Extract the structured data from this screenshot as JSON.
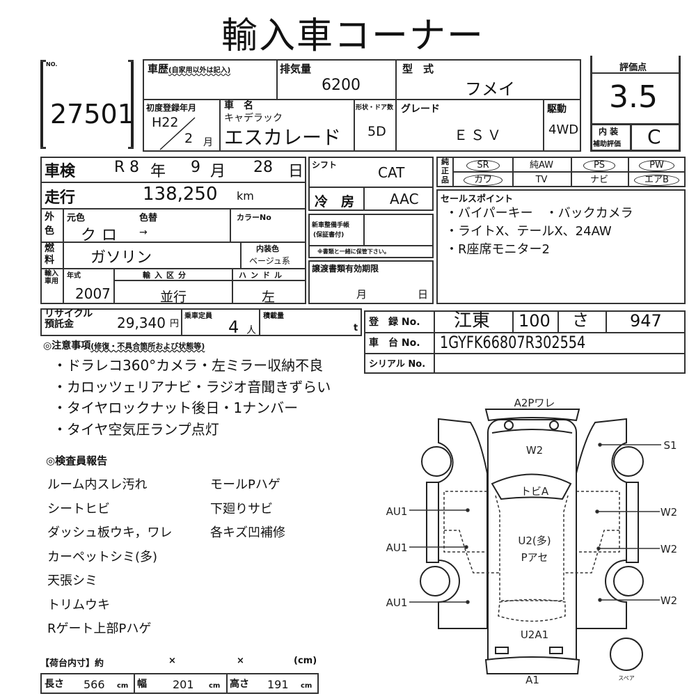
{
  "title": "輸入車コーナー",
  "lot": {
    "label": "NO.",
    "number": "27501"
  },
  "history": {
    "label": "車歴",
    "note": "(自家用以外は記入)",
    "value": ""
  },
  "displacement": {
    "label": "排気量",
    "value": "6200"
  },
  "model_code": {
    "label": "型　式",
    "value": "フメイ"
  },
  "first_reg": {
    "label": "初度登録年月",
    "year": "H22",
    "month": "2",
    "month_unit": "月"
  },
  "car_name": {
    "label": "車　名",
    "maker": "キャデラック",
    "name": "エスカレード"
  },
  "doors": {
    "label": "形状・ドア数",
    "value": "5D"
  },
  "grade": {
    "label": "グレード",
    "value": "ＥＳＶ"
  },
  "drive": {
    "label": "駆動",
    "value": "4WD"
  },
  "score": {
    "label": "評価点",
    "value": "3.5",
    "interior_label1": "内 装",
    "interior_label2": "補助評価",
    "interior_value": "C"
  },
  "inspection": {
    "label": "車検",
    "era": "R",
    "year": "8",
    "year_unit": "年",
    "month": "9",
    "month_unit": "月",
    "day": "28",
    "day_unit": "日"
  },
  "mileage": {
    "label": "走行",
    "value": "138,250",
    "unit": "km"
  },
  "color": {
    "label": "外色",
    "orig_label": "元色",
    "change_label": "色替",
    "orig": "クロ",
    "change": "→",
    "color_no_label": "カラーNo"
  },
  "fuel": {
    "label": "燃料",
    "value": "ガソリン",
    "interior_color_label": "内装色",
    "interior_color": "ベージュ系"
  },
  "import": {
    "label": "輸入車用",
    "year_label": "年式",
    "year": "2007",
    "type_label": "輸入区分",
    "type": "並行",
    "handle_label": "ハンドル",
    "handle": "左"
  },
  "shift": {
    "label": "シフト",
    "value": "CAT"
  },
  "ac": {
    "label": "冷　房",
    "value": "AAC"
  },
  "service_book": {
    "label1": "新車整備手帳",
    "label2": "(保証書付)",
    "note": "※書類と一緒に保管下さい。",
    "value": ""
  },
  "transfer_docs": {
    "label": "譲渡書類有効期限",
    "month_unit": "月",
    "day_unit": "日"
  },
  "genuine": {
    "label": "純正品",
    "row1": [
      {
        "text": "SR",
        "circled": true
      },
      {
        "text": "純AW",
        "circled": false
      },
      {
        "text": "PS",
        "circled": true
      },
      {
        "text": "PW",
        "circled": true
      }
    ],
    "row2": [
      {
        "text": "カワ",
        "circled": true
      },
      {
        "text": "TV",
        "circled": false
      },
      {
        "text": "ナビ",
        "circled": false
      },
      {
        "text": "エアB",
        "circled": true
      }
    ]
  },
  "sales_points": {
    "label": "セールスポイント",
    "lines": [
      "・バイパーキー　・バックカメラ",
      "・ライトX、テールX、24AW",
      "・R座席モニター2"
    ]
  },
  "recycle": {
    "label1": "リサイクル",
    "label2": "預託金",
    "value": "29,340",
    "unit": "円"
  },
  "capacity": {
    "label": "乗車定員",
    "value": "4",
    "unit": "人"
  },
  "load": {
    "label": "積載量",
    "unit": "t"
  },
  "registration": {
    "label": "登　録 No.",
    "area": "江東",
    "class": "100",
    "kana": "さ",
    "number": "947"
  },
  "chassis": {
    "label": "車　台 No.",
    "value": "1GYFK66807R302554"
  },
  "serial": {
    "label": "シリアル No.",
    "value": ""
  },
  "notes": {
    "label": "◎注意事項",
    "sublabel": "(修復・不具合箇所および状態等)",
    "items": [
      "・ドラレコ360°カメラ・左ミラー収納不良",
      "・カロッツェリアナビ・ラジオ音聞きずらい",
      "・タイヤロックナット後日・1ナンバー",
      "・タイヤ空気圧ランプ点灯"
    ]
  },
  "inspector": {
    "label": "◎検査員報告",
    "left": [
      "ルーム内スレ汚れ",
      "シートヒビ",
      "ダッシュ板ウキ，ワレ",
      "カーペットシミ(多)",
      "天張シミ",
      "トリムウキ",
      "Rゲート上部Pハゲ"
    ],
    "right": [
      "モールPハゲ",
      "下廻りサビ",
      "各キズ凹補修"
    ]
  },
  "cargo": {
    "label": "【荷台内寸】約",
    "x1": "×",
    "x2": "×",
    "unit_note": "(cm)",
    "length_label": "長さ",
    "length": "566",
    "width_label": "幅",
    "width": "201",
    "height_label": "高さ",
    "height": "191",
    "unit": "cm"
  },
  "diagram": {
    "rear": "A2Pワレ",
    "roof_rear": "W2",
    "windshield": "トビA",
    "roof1": "U2(多)",
    "roof2": "Pアセ",
    "hood": "U2A1",
    "front": "A1",
    "spare": "スペア",
    "left": [
      "AU1",
      "AU1",
      "AU1"
    ],
    "right": [
      "S1",
      "W2",
      "W2",
      "W2"
    ]
  }
}
